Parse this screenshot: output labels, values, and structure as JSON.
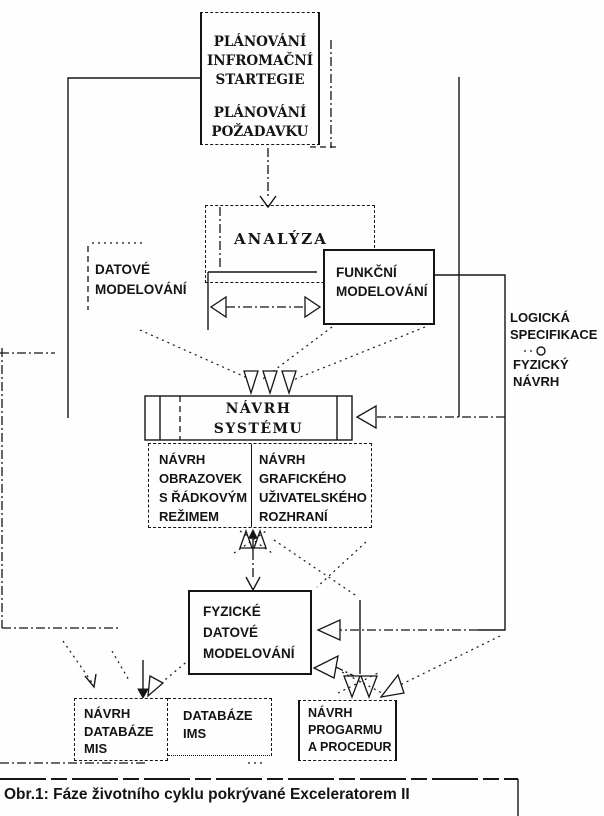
{
  "diagram": {
    "caption": "Obr.1: Fáze životního cyklu pokrývané Exceleratorem II",
    "boxes": {
      "planning": {
        "lines": [
          "PLÁNOVÁNÍ",
          "INFROMAČNÍ",
          "STARTEGIE",
          "PLÁNOVÁNÍ",
          "POŽADAVKU"
        ]
      },
      "analysis": {
        "label": "ANALÝZA"
      },
      "functional_modeling": {
        "lines": [
          "FUNKČNÍ",
          "MODELOVÁNÍ"
        ]
      },
      "data_modeling": {
        "lines": [
          "DATOVÉ",
          "MODELOVÁNÍ"
        ]
      },
      "system_design": {
        "lines": [
          "NÁVRH",
          "SYSTÉMU"
        ]
      },
      "screen_design": {
        "lines": [
          "NÁVRH",
          "OBRAZOVEK",
          "S ŘÁDKOVÝM",
          "REŽIMEM"
        ]
      },
      "gui_design": {
        "lines": [
          "NÁVRH",
          "GRAFICKÉHO",
          "UŽIVATELSKÉHO",
          "ROZHRANÍ"
        ]
      },
      "physical_data_modeling": {
        "lines": [
          "FYZICKÉ",
          "DATOVÉ",
          "MODELOVÁNÍ"
        ]
      },
      "mis_database_design": {
        "lines": [
          "NÁVRH",
          "DATABÁZE",
          "MIS"
        ]
      },
      "ims_database": {
        "lines": [
          "DATABÁZE",
          "IMS"
        ]
      },
      "program_design": {
        "lines": [
          "NÁVRH",
          "PROGARMU",
          "A PROCEDUR"
        ]
      }
    },
    "side_labels": {
      "logical_specification": {
        "lines": [
          "LOGICKÁ",
          "SPECIFIKACE"
        ]
      },
      "physical_design": {
        "lines": [
          "FYZICKÝ",
          "NÁVRH"
        ]
      }
    },
    "ink_color": "#161616",
    "background_color": "#fefefe"
  }
}
